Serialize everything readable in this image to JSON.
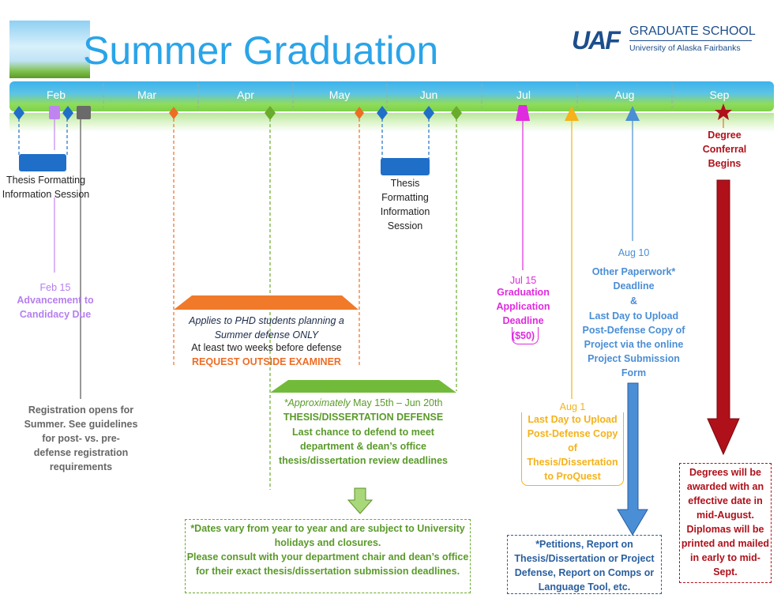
{
  "header": {
    "title": "Summer Graduation",
    "logo_mark": "UAF",
    "logo_school": "GRADUATE SCHOOL",
    "logo_university": "University of Alaska Fairbanks"
  },
  "timeline": {
    "months": [
      "Feb",
      "Mar",
      "Apr",
      "May",
      "Jun",
      "Jul",
      "Aug",
      "Sep"
    ]
  },
  "events": {
    "thesis_session_1": "Thesis Formatting Information Session",
    "advancement": {
      "date": "Feb 15",
      "title": "Advancement to Candidacy Due"
    },
    "registration": "Registration opens for Summer. See guidelines for post- vs. pre-defense registration requirements",
    "thesis_session_2": "Thesis Formatting Information Session",
    "outside_examiner": {
      "note": "Applies to PHD students planning a Summer defense ONLY",
      "timing": "At least two weeks before defense",
      "title": "REQUEST OUTSIDE EXAMINER"
    },
    "defense": {
      "approx": "*Approximately",
      "range": "May 15th – Jun 20th",
      "title": "THESIS/DISSERTATION DEFENSE",
      "desc": "Last chance to defend to meet department & dean’s office thesis/dissertation review deadlines"
    },
    "graduation_app": {
      "date": "Jul 15",
      "title": "Graduation Application Deadline",
      "fee": "($50)"
    },
    "proquest": {
      "date": "Aug 1",
      "title": "Last Day to Upload Post-Defense Copy of Thesis/Dissertation to ProQuest"
    },
    "paperwork": {
      "date": "Aug 10",
      "title": "Other Paperwork* Deadline",
      "amp": "&",
      "desc": "Last Day to Upload Post-Defense Copy of Project via the online Project Submission Form"
    },
    "conferral": "Degree Conferral Begins"
  },
  "notes": {
    "dates_vary": "*Dates vary from year to year and are subject to University holidays and closures.",
    "consult": "Please consult with your department chair and dean’s office for their exact thesis/dissertation submission deadlines.",
    "petitions": "*Petitions, Report on Thesis/Dissertation or Project Defense, Report on Comps or Language Tool, etc.",
    "degrees": "Degrees will be awarded with an effective date in mid-August. Diplomas will be printed and mailed in early to mid-Sept."
  },
  "colors": {
    "blue": "#1f6fc9",
    "purple": "#c084f0",
    "gray": "#6a6a6a",
    "orange": "#ee6d25",
    "green": "#6aaa2c",
    "magenta": "#e02adf",
    "yellow": "#f5b21a",
    "steel": "#4a8ed6",
    "red": "#b0101a"
  }
}
